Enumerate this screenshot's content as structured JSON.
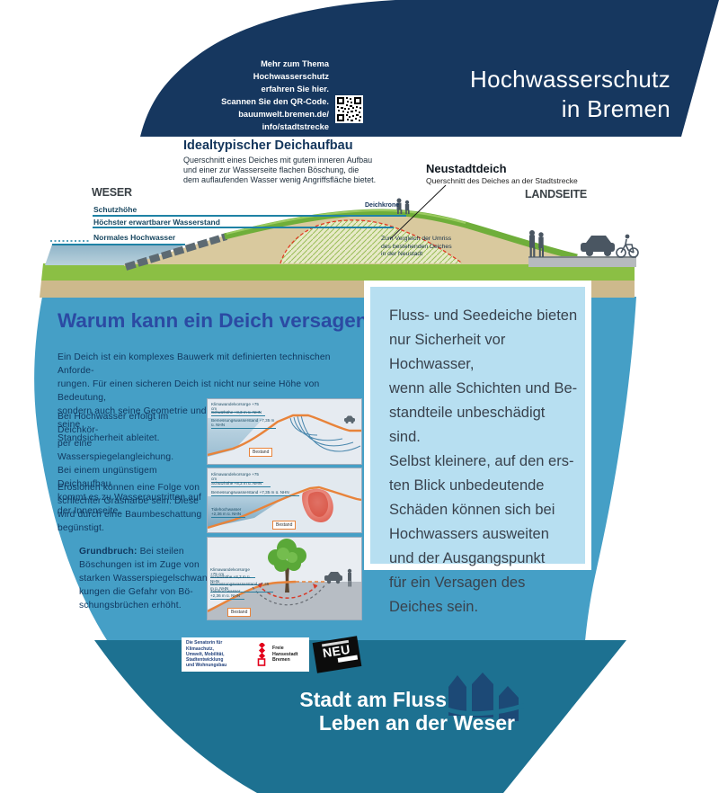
{
  "header": {
    "qr_note": "Mehr zum Thema\nHochwasserschutz\nerfahren Sie hier.\nScannen Sie den QR-Code.\nbauumwelt.bremen.de/\ninfo/stadtstrecke",
    "title": "Hochwasserschutz\nin Bremen"
  },
  "diagram": {
    "ideal_title": "Idealtypischer Deichaufbau",
    "ideal_sub": "Querschnitt eines Deiches mit gutem inneren Aufbau\nund einer zur Wasserseite flachen Böschung, die\ndem auflaufenden Wasser wenig Angriffsfläche bietet.",
    "neustadt_title": "Neustadtdeich",
    "neustadt_sub": "Querschnitt des Deiches an der Stadtstrecke",
    "weser": "WESER",
    "landseite": "LANDSEITE",
    "level1": "Schutzhöhe",
    "level2": "Höchster erwartbarer Wasserstand",
    "level3": "Normales Hochwasser",
    "deichkrone": "Deichkrone",
    "vergleich": "Zum Vergleich der Umriss\ndes bestehenden Deiches\nin der Neustadt"
  },
  "why": {
    "heading": "Warum kann ein Deich versagen?",
    "p1": "Ein Deich ist ein komplexes Bauwerk mit definierten technischen Anforde-\nrungen. Für einen sicheren Deich ist nicht nur seine Höhe von Bedeutung,\nsondern auch seine Geometrie und seine Baumaterialien, woraus sich seine\nStandsicherheit ableitet.",
    "p2": "Bei Hochwasser erfolgt im Deichkör-\nper eine Wasserspiegelangleichung.\nBei einem ungünstigem Deichaufbau\nkommt es zu Wasseraustritten auf\nder Innenseite.",
    "p3": "Erosionen können eine Folge von\nschlechter Grasnarbe sein. Diese\nwird durch eine Baumbeschattung\nbegünstigt.",
    "p4_bold": "Grundbruch:",
    "p4_rest": " Bei steilen\nBöschungen ist im Zuge von\nstarken Wasserspiegelschwan-\nkungen die Gefahr von Bö-\nschungsbrüchen erhöht."
  },
  "mini": {
    "label_klima": "Klimawandelvorsorge +75 cm",
    "label_schutz": "Schutzhöhe +8,3 m ü. NHN",
    "label_bemessung": "Bemessungswasserstand +7,35 m ü. NHN",
    "label_tide1": "Tidehochwasser",
    "label_tide2": "+2,36 m ü. NHN",
    "bestand": "Bestand"
  },
  "callout": {
    "text": "Fluss- und Seedeiche bieten\nnur Sicherheit vor Hochwasser,\nwenn alle Schichten und Be-\nstandteile unbeschädigt sind.\nSelbst kleinere, auf den ers-\nten Blick unbedeutende\nSchäden können sich bei\nHochwassers ausweiten\nund der Ausgangspunkt\nfür ein Versagen des\nDeiches sein."
  },
  "footer": {
    "senator": "Die Senatorin für Klimaschutz,\nUmwelt, Mobilität, Stadtentwicklung\nund Wohnungsbau",
    "bremen": "Freie\nHansestadt\nBremen",
    "neu": "NEU",
    "slogan1": "Stadt am Fluss",
    "slogan2": "Leben an der Weser"
  },
  "colors": {
    "navy": "#16375f",
    "main_blue": "#459fc6",
    "teal": "#1d7191",
    "callout_bg": "#b7dff1",
    "heading_blue": "#2b4aa3",
    "dike_tan": "#d9c99e",
    "grass_green": "#8bbf44",
    "profile_orange": "#e8833a",
    "warning_red": "#e23b25",
    "level_teal": "#1f82a5"
  }
}
